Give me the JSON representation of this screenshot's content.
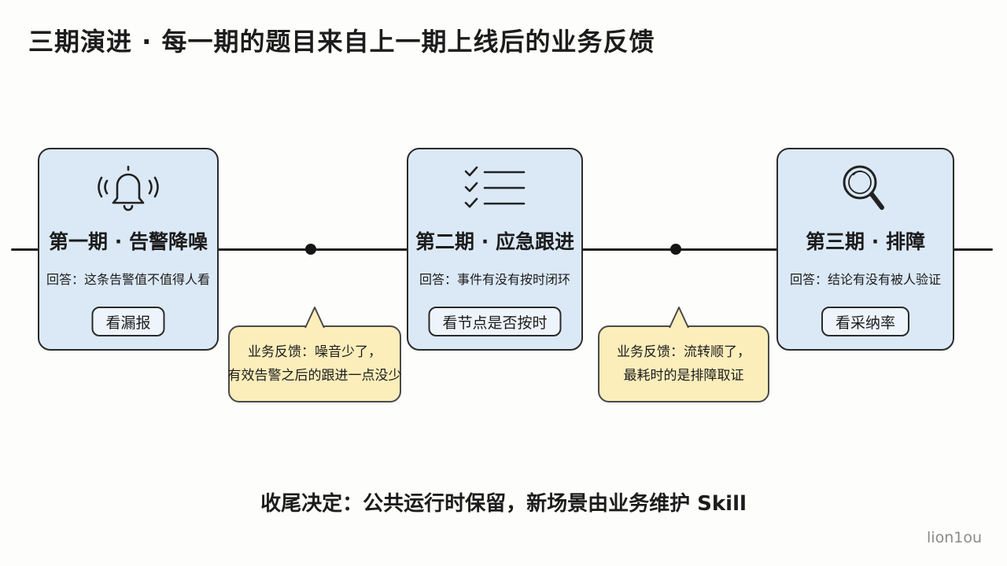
{
  "title": "三期演进 · 每一期的题目来自上一期上线后的业务反馈",
  "phases": [
    {
      "icon": "bell-icon",
      "title": "第一期 · 告警降噪",
      "answer": "回答：这条告警值不值得人看",
      "button": "看漏报"
    },
    {
      "icon": "checklist-icon",
      "title": "第二期 · 应急跟进",
      "answer": "回答：事件有没有按时闭环",
      "button": "看节点是否按时"
    },
    {
      "icon": "magnifier-icon",
      "title": "第三期 · 排障",
      "answer": "回答：结论有没有被人验证",
      "button": "看采纳率"
    }
  ],
  "feedback": [
    {
      "line1": "业务反馈：噪音少了，",
      "line2": "有效告警之后的跟进一点没少"
    },
    {
      "line1": "业务反馈：流转顺了，",
      "line2": "最耗时的是排障取证"
    }
  ],
  "footer": "收尾决定：公共运行时保留，新场景由业务维护 Skill",
  "watermark": "lion1ou",
  "colors": {
    "card_fill": "#dbe9f7",
    "bubble_fill": "#fbeebb",
    "line": "#1f1f1f"
  }
}
